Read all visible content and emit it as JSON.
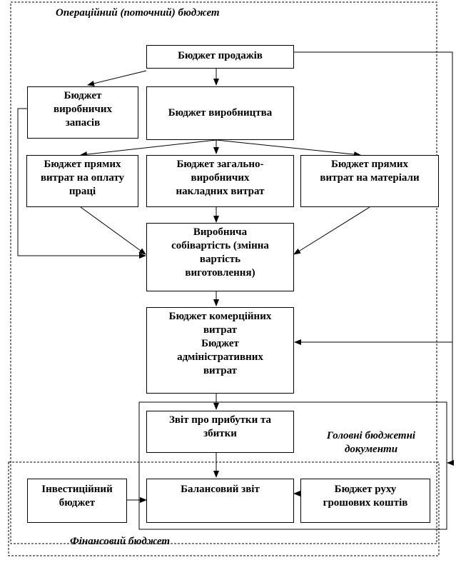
{
  "regions": {
    "operating": "Операційний (поточний) бюджет",
    "main_docs": "Головні бюджетні\nдокументи",
    "financial": "Фінансовий бюджет"
  },
  "boxes": {
    "sales": "Бюджет продажів",
    "inventory": "Бюджет\nвиробничих\nзапасів",
    "production": "Бюджет виробництва",
    "labor": "Бюджет прямих\nвитрат на оплату\nпраці",
    "overhead": "Бюджет загально-\nвиробничих\nнакладних витрат",
    "materials": "Бюджет прямих\nвитрат на матеріали",
    "cost": "Виробнича\nсобівартість (змінна\nвартість\nвиготовлення)",
    "commercial": "Бюджет комерційних\nвитрат\nБюджет\nадміністративних\nвитрат",
    "income": "Звіт про прибутки та\nзбитки",
    "investment": "Інвестиційний\nбюджет",
    "balance": "Балансовий звіт",
    "cashflow": "Бюджет руху\nгрошових коштів"
  }
}
